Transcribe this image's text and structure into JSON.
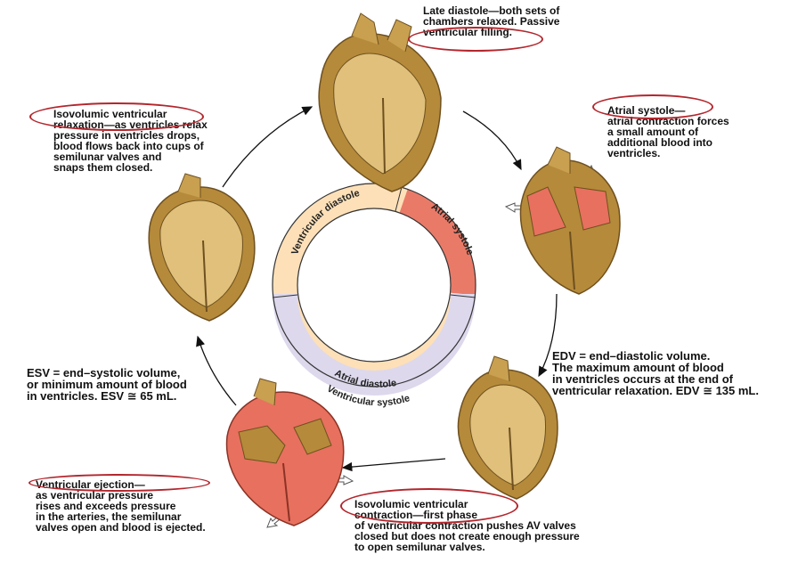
{
  "cycle_ring": {
    "ventricular_diastole": "Ventricular diastole",
    "atrial_systole": "Atrial systole",
    "atrial_diastole": "Atrial diastole",
    "ventricular_systole": "Ventricular systole"
  },
  "stages": {
    "late_diastole": [
      "Late diastole—both sets of",
      "chambers relaxed.  Passive",
      "ventricular filling."
    ],
    "atrial_systole": [
      "Atrial systole—",
      "atrial contraction forces",
      "a small amount of",
      "additional blood into",
      "ventricles."
    ],
    "edv": [
      "EDV = end–diastolic volume.",
      "The maximum amount of blood",
      "in ventricles occurs at the end of",
      "ventricular relaxation. EDV ≅ 135 mL."
    ],
    "isovolumic_contraction": [
      "Isovolumic ventricular",
      "contraction—first phase",
      "of ventricular contraction pushes AV valves",
      "closed but does not create enough pressure",
      "to open semilunar valves."
    ],
    "ejection": [
      "Ventricular ejection—",
      "as ventricular pressure",
      "rises and exceeds pressure",
      "in the arteries, the semilunar",
      "valves open and blood is ejected."
    ],
    "esv": [
      "ESV = end–systolic volume,",
      "or minimum amount of blood",
      "in ventricles. ESV ≅ 65 mL."
    ],
    "isovolumic_relaxation": [
      "Isovolumic ventricular",
      "relaxation—as ventricles relax",
      "pressure in ventricles drops,",
      "blood flows back into cups of",
      "semilunar valves and",
      "snaps them closed."
    ]
  },
  "colors": {
    "heart_fill": "#b58a3a",
    "heart_dark": "#6e5020",
    "heart_light": "#e0c07a",
    "contract_fill": "#e8705e",
    "ring_diastole": "#fde0b8",
    "ring_atrial_systole": "#ea7a68",
    "ring_systole": "#ddd8ec",
    "highlight": "#b3262d"
  }
}
